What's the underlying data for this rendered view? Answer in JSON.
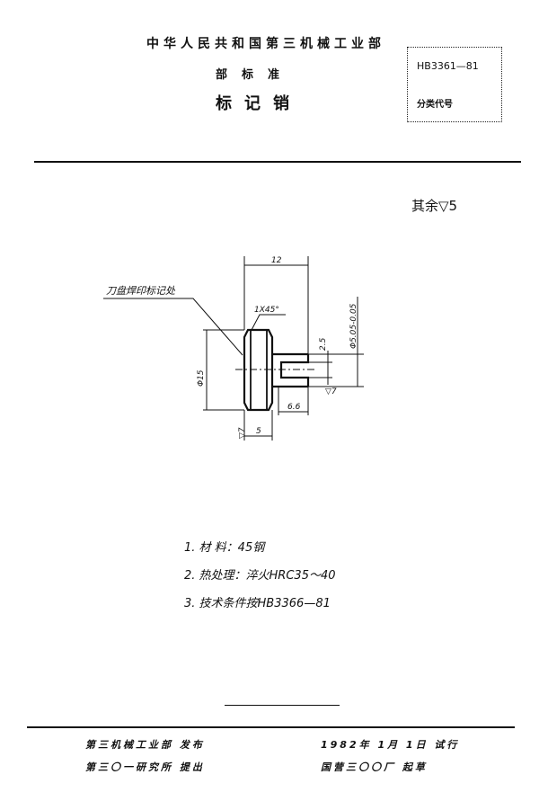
{
  "header": {
    "ministry": "中华人民共和国第三机械工业部",
    "standard_type": "部标准",
    "title": "标记销"
  },
  "code_box": {
    "code": "HB3361—81",
    "classification_label": "分类代号"
  },
  "surface_finish": "其余▽5",
  "drawing": {
    "leader_label": "刀盘焊印标记处",
    "dim_length": "12",
    "dim_chamfer": "1X45°",
    "dim_head_dia": "Φ15",
    "dim_head_width": "5",
    "dim_shaft_len": "6.6",
    "dim_slot": "2.5",
    "dim_shaft_dia": "Φ5.05-0.05",
    "finish_shaft": "▽7",
    "finish_head": "▽7"
  },
  "notes": [
    "1.  材 料：45钢",
    "2.  热处理：淬火HRC35～40",
    "3.  技术条件按HB3366—81"
  ],
  "footer": {
    "issued_by": "第三机械工业部 发布",
    "effective": "1982年 1月 1日 试行",
    "proposed_by": "第三〇一研究所 提出",
    "drafted_by": "国营三〇〇厂 起草"
  }
}
